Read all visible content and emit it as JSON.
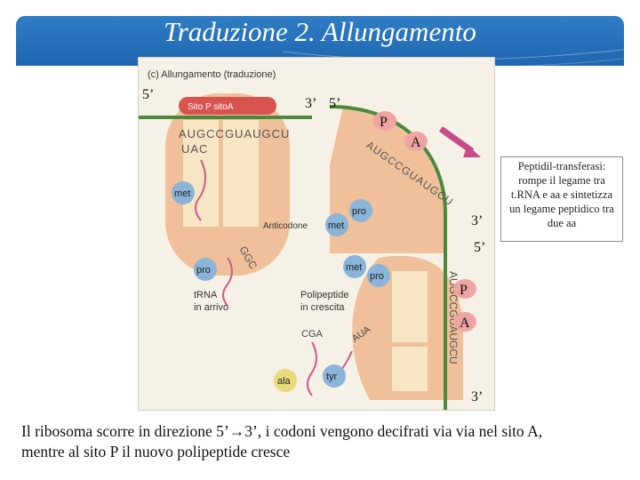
{
  "title": "Traduzione 2. Allungamento",
  "figure": {
    "heading": "(c) Allungamento (traduzione)",
    "site_label": "Sito P  sitoA",
    "mrna_top": "AUGCCGUAUGCU",
    "anticodon_top": "UAC",
    "anticodon_label": "Anticodone",
    "trna_label_1": "tRNA",
    "trna_label_2": "in arrivo",
    "poly_label_1": "Polipeptide",
    "poly_label_2": "in crescita",
    "aa_met": "met",
    "aa_pro": "pro",
    "aa_ala": "ala",
    "aa_tyr": "tyr",
    "codon_cga": "CGA",
    "codon_aua": "AUA",
    "codon_ggc": "GGC",
    "mrna_mid": "AUGCCGUAUGCU",
    "mrna_bottom": "AUGCCGUAUGCU"
  },
  "labels": {
    "five_prime_tl": "5’",
    "three_prime_t": "3’",
    "five_prime_t2": "5’",
    "P_top": "P",
    "A_top": "A",
    "three_prime_mid": "3’",
    "five_prime_mid": "5’",
    "P_bottom": "P",
    "A_bottom": "A",
    "three_prime_bottom": "3’"
  },
  "callout": "Peptidil-transferasi: rompe il legame tra t.RNA e aa e sintetizza un legame peptidico tra due aa",
  "caption": {
    "line1_before": "Il ribosoma scorre in direzione 5’",
    "line1_after": "3’, i codoni vengono decifrati via via nel sito A,",
    "line2": "mentre al sito P il nuovo polipeptide cresce"
  }
}
